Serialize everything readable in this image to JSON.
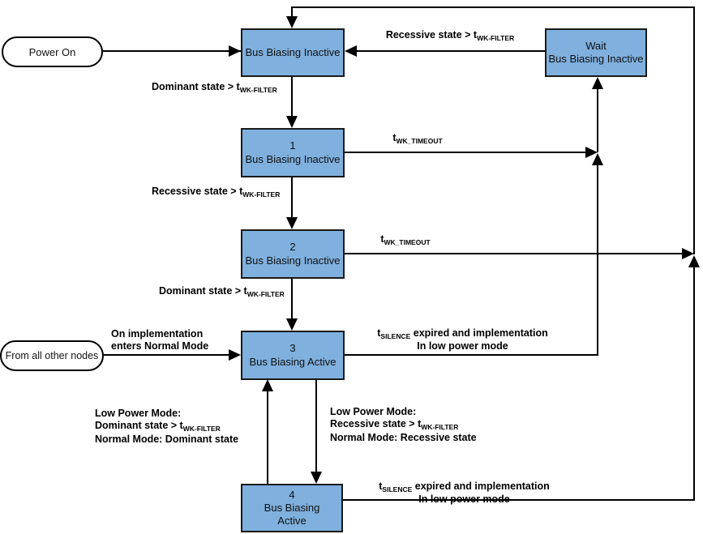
{
  "colors": {
    "state_fill": "#7FB0DE",
    "state_border": "#1a1a1a",
    "line": "#000000",
    "background": "#ffffff"
  },
  "states": {
    "power_on": {
      "label": "Power On"
    },
    "from_all_other_nodes": {
      "label": "From all other nodes"
    },
    "top": {
      "name": "Bus Biasing Inactive"
    },
    "wait": {
      "line1": "Wait",
      "line2": "Bus Biasing Inactive"
    },
    "s1": {
      "num": "1",
      "name": "Bus Biasing Inactive"
    },
    "s2": {
      "num": "2",
      "name": "Bus Biasing Inactive"
    },
    "s3": {
      "num": "3",
      "name": "Bus Biasing Active"
    },
    "s4": {
      "num": "4",
      "line1": "Bus Biasing",
      "line2": "Active"
    }
  },
  "labels": {
    "recessive_wait_to_top": {
      "pre": "Recessive state > t",
      "sub": "WK-FILTER"
    },
    "dominant_top_to_1": {
      "pre": "Dominant state > t",
      "sub": "WK-FILTER"
    },
    "wk_timeout_1": {
      "pre": "t",
      "sub": "WK_TIMEOUT"
    },
    "recessive_1_to_2": {
      "pre": "Recessive state > t",
      "sub": "WK-FILTER"
    },
    "wk_timeout_2": {
      "pre": "t",
      "sub": "WK_TIMEOUT"
    },
    "dominant_2_to_3": {
      "pre": "Dominant state > t",
      "sub": "WK-FILTER"
    },
    "enters_normal": {
      "line1": "On implementation",
      "line2": "enters Normal Mode"
    },
    "silence_3": {
      "pre": "t",
      "sub": "SILENCE",
      "post": " expired and implementation",
      "line2": "In low power mode"
    },
    "silence_4": {
      "pre": "t",
      "sub": "SILENCE",
      "post": " expired and implementation",
      "line2": "In low power mode"
    },
    "low_power_left": {
      "line1": "Low Power Mode:",
      "line2_pre": "Dominant state > t",
      "line2_sub": "WK-FILTER",
      "line3": "Normal Mode: Dominant state"
    },
    "low_power_right": {
      "line1": "Low Power Mode:",
      "line2_pre": "Recessive state > t",
      "line2_sub": "WK-FILTER",
      "line3": "Normal Mode: Recessive state"
    }
  }
}
